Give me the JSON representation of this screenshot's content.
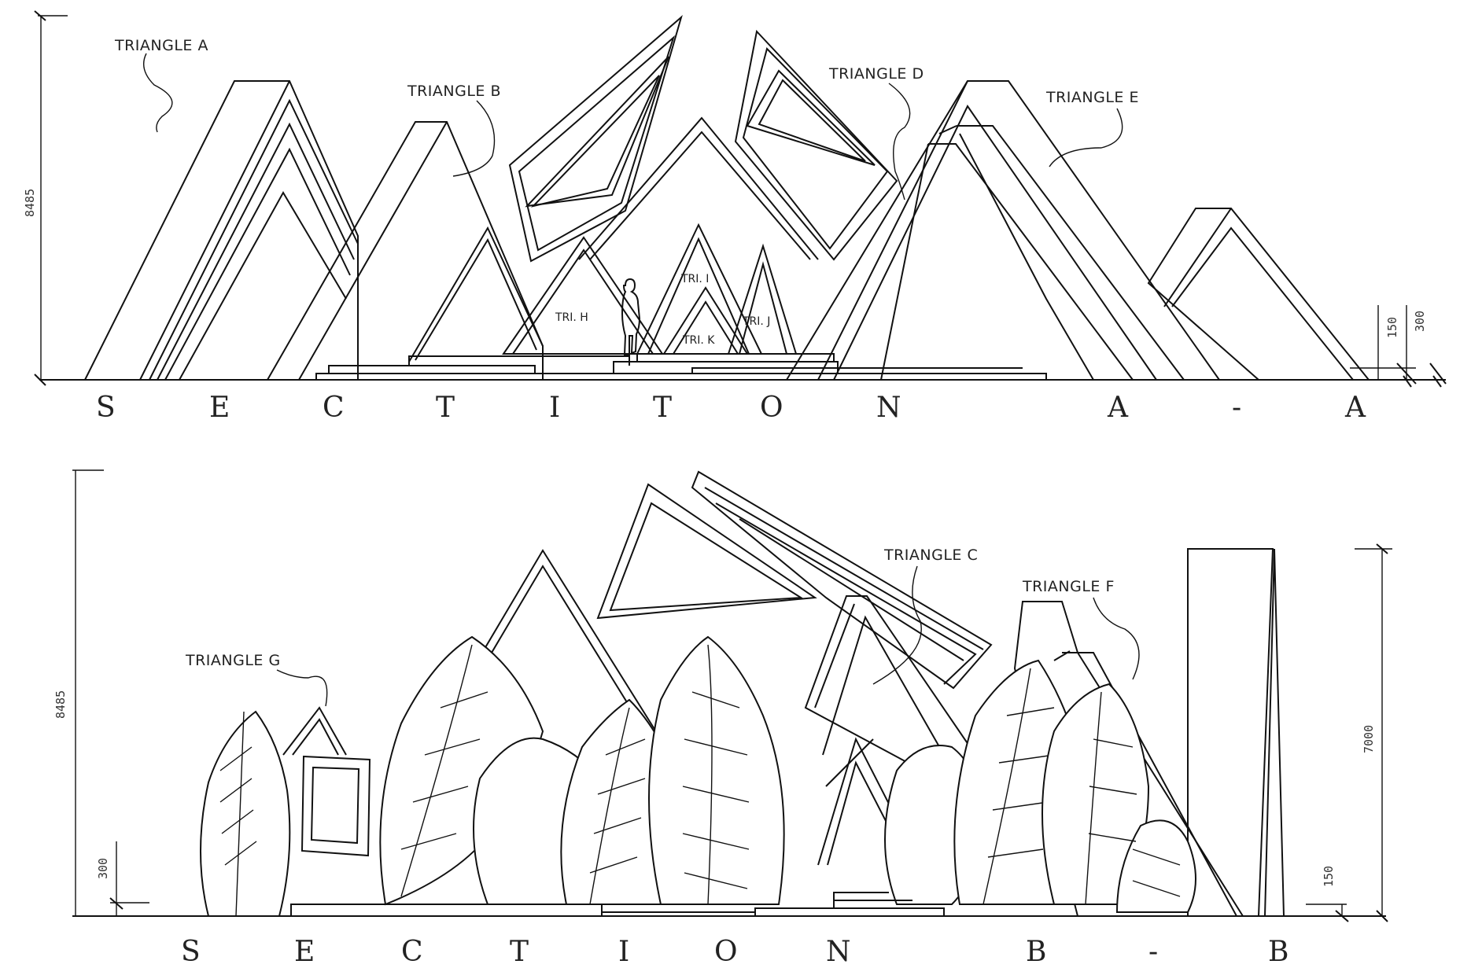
{
  "section_a": {
    "title_letters": [
      "S",
      "E",
      "C",
      "T",
      "I",
      "T",
      "O",
      "N",
      "A",
      "-",
      "A"
    ],
    "labels": {
      "triangle_a": "TRIANGLE A",
      "triangle_b": "TRIANGLE B",
      "triangle_d": "TRIANGLE D",
      "triangle_e": "TRIANGLE E",
      "tri_h": "TRI. H",
      "tri_i": "TRI. I",
      "tri_j": "TRI. J",
      "tri_k": "TRI. K"
    },
    "dims": {
      "height": "8485",
      "step_150": "150",
      "step_300": "300"
    }
  },
  "section_b": {
    "title_letters": [
      "S",
      "E",
      "C",
      "T",
      "I",
      "O",
      "N",
      "B",
      "-",
      "B"
    ],
    "labels": {
      "triangle_c": "TRIANGLE C",
      "triangle_f": "TRIANGLE F",
      "triangle_g": "TRIANGLE G"
    },
    "dims": {
      "height": "8485",
      "right_height": "7000",
      "left_300": "300",
      "right_150": "150"
    }
  }
}
